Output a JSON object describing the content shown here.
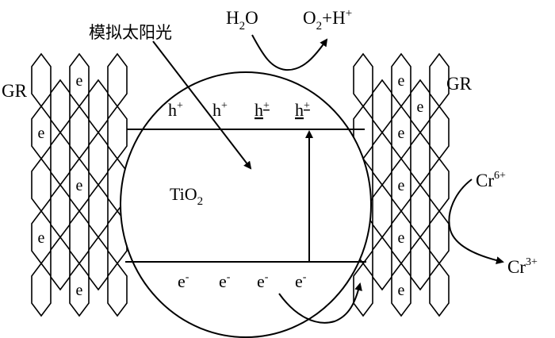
{
  "labels": {
    "sunlight": "模拟太阳光",
    "graphene_left": "GR",
    "graphene_right": "GR",
    "tio2": "TiO",
    "tio2_sub": "2",
    "water_h": "H",
    "water_sub": "2",
    "water_o": "O",
    "oxygen_o": "O",
    "oxygen_sub": "2",
    "oxygen_rest": "+H",
    "oxygen_sup": "+",
    "chromium_6": "Cr",
    "chromium_6_sup": "6+",
    "chromium_3": "Cr",
    "chromium_3_sup": "3+"
  },
  "holes": [
    {
      "base": "h",
      "sup": "+"
    },
    {
      "base": "h",
      "sup": "+"
    },
    {
      "base": "h",
      "sup": "+"
    },
    {
      "base": "h",
      "sup": "+"
    }
  ],
  "band_electrons": [
    {
      "base": "e",
      "sup": "-"
    },
    {
      "base": "e",
      "sup": "-"
    },
    {
      "base": "e",
      "sup": "-"
    },
    {
      "base": "e",
      "sup": "-"
    }
  ],
  "sheet_electron_symbol": "e",
  "left_sheet_electrons": 5,
  "right_sheet_electrons": 6
}
